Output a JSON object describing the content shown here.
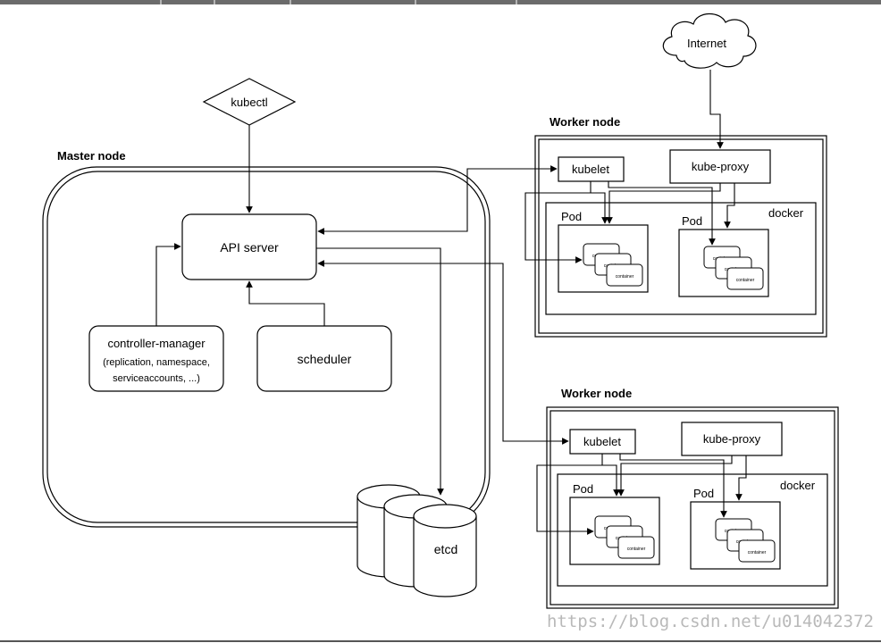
{
  "client": {
    "label": "kubectl"
  },
  "internet": {
    "label": "Internet"
  },
  "master": {
    "title": "Master node",
    "api_server": "API server",
    "controller_manager": {
      "title": "controller-manager",
      "detail_1": "(replication, namespace,",
      "detail_2": "serviceaccounts, ...)"
    },
    "scheduler": "scheduler",
    "etcd": "etcd"
  },
  "workers": [
    {
      "title": "Worker node",
      "kubelet": "kubelet",
      "kube_proxy": "kube-proxy",
      "runtime": "docker",
      "pods": [
        {
          "label": "Pod",
          "container": "container"
        },
        {
          "label": "Pod",
          "container": "container"
        }
      ]
    },
    {
      "title": "Worker node",
      "kubelet": "kubelet",
      "kube_proxy": "kube-proxy",
      "runtime": "docker",
      "pods": [
        {
          "label": "Pod",
          "container": "container"
        },
        {
          "label": "Pod",
          "container": "container"
        }
      ]
    }
  ],
  "watermark": "https://blog.csdn.net/u014042372",
  "colors": {
    "stroke": "#000000",
    "background": "#ffffff",
    "watermark": "#b9b9b9",
    "top_bar": "#6b6b6b"
  }
}
